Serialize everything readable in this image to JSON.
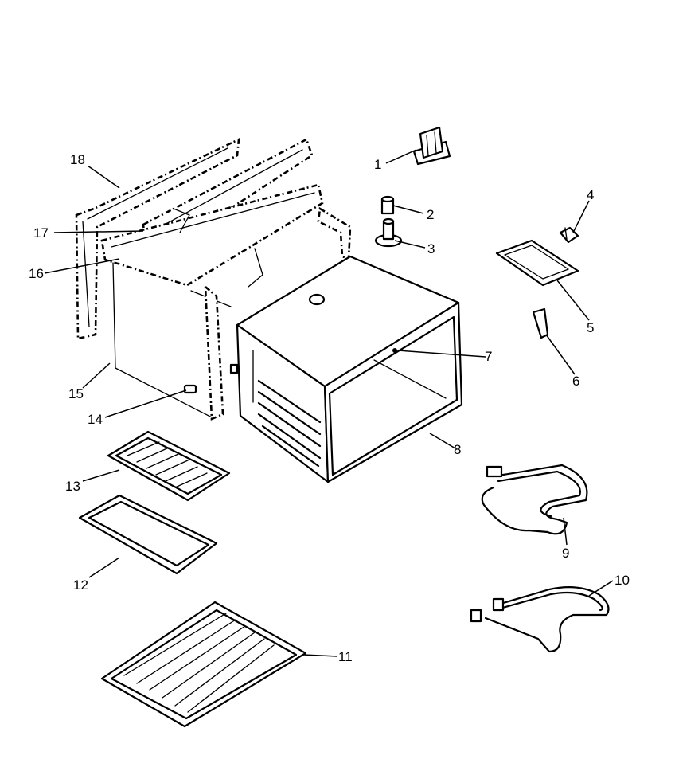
{
  "callouts": [
    "1",
    "2",
    "3",
    "4",
    "5",
    "6",
    "7",
    "8",
    "9",
    "10",
    "11",
    "12",
    "13",
    "14",
    "15",
    "16",
    "17",
    "18"
  ],
  "colors": {
    "line": "#000000",
    "background": "#ffffff"
  }
}
